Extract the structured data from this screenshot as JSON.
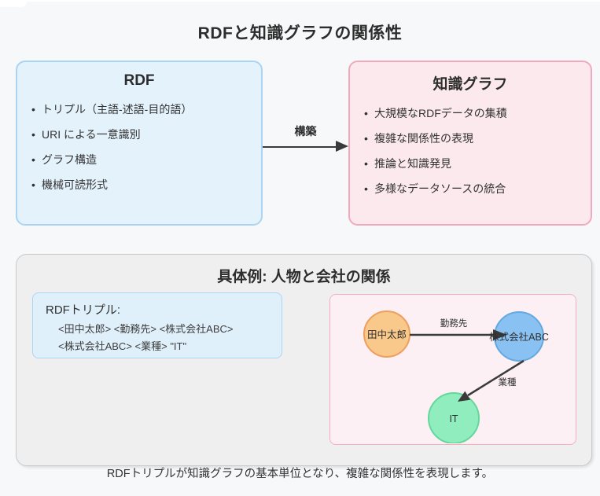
{
  "page": {
    "title": "RDFと知識グラフの関係性",
    "caption": "RDFトリプルが知識グラフの基本単位となり、複雑な関係性を表現します。"
  },
  "rdf_card": {
    "title": "RDF",
    "bullets": [
      "トリプル（主語-述語-目的語）",
      "URI による一意識別",
      "グラフ構造",
      "機械可読形式"
    ]
  },
  "kg_card": {
    "title": "知識グラフ",
    "bullets": [
      "大規模なRDFデータの集積",
      "複雑な関係性の表現",
      "推論と知識発見",
      "多様なデータソースの統合"
    ]
  },
  "arrow": {
    "label": "構築"
  },
  "example": {
    "title": "具体例: 人物と会社の関係",
    "triples_panel": {
      "heading": "RDFトリプル:",
      "lines": [
        "<田中太郎> <勤務先> <株式会社ABC>",
        "<株式会社ABC> <業種> \"IT\""
      ]
    },
    "graph_panel": {
      "nodes": [
        {
          "id": "person",
          "label": "田中太郎",
          "fill": "#f9c98b",
          "stroke": "#ee9f5e"
        },
        {
          "id": "company",
          "label": "株式会社ABC",
          "fill": "#89c2f2",
          "stroke": "#63a9e0"
        },
        {
          "id": "industry",
          "label": "IT",
          "fill": "#90edbe",
          "stroke": "#64d89c"
        }
      ],
      "edges": [
        {
          "label": "勤務先",
          "from": "person",
          "to": "company"
        },
        {
          "label": "業種",
          "from": "company",
          "to": "industry"
        }
      ]
    }
  },
  "colors": {
    "page_bg": "#f7f8fa",
    "example_panel_bg": "#efefef",
    "blue_card_bg": "#e4f2fc",
    "blue_card_border": "#abd4f2",
    "pink_card_bg": "#fbe9ed",
    "pink_card_border": "#f2a9bb",
    "triples_box_bg": "#dff0fb",
    "triples_box_border": "#a9d6f5",
    "graph_box_bg": "#fcf0f4",
    "graph_box_border": "#f5b0c0",
    "arrow": "#3a3a3a"
  }
}
